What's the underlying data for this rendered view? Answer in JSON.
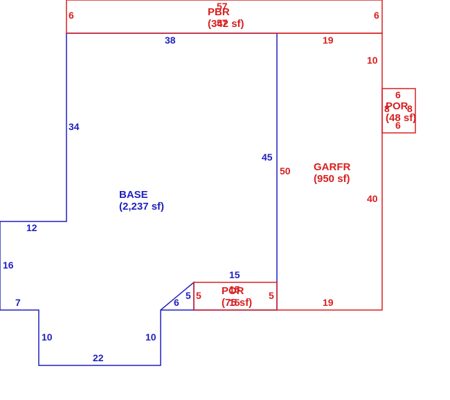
{
  "colors": {
    "base": "#1f1fbf",
    "addition": "#d81f1f"
  },
  "areas": {
    "base": {
      "name": "BASE",
      "size": "(2,237 sf)"
    },
    "garage": {
      "name": "GARFR",
      "size": "(950 sf)"
    },
    "porch_top": {
      "name": "PBR",
      "size": "(342 sf)",
      "overlap_a": "57",
      "overlap_b": "57"
    },
    "porch_right": {
      "name": "POR",
      "size": "(48 sf)"
    },
    "porch_bottom": {
      "name": "POR",
      "size": "(75 sf)",
      "overlap_a": "15"
    }
  },
  "dimensions": {
    "base_top": "38",
    "base_left_upper": "34",
    "base_right": "45",
    "base_step_top": "12",
    "base_left_lower": "16",
    "base_step_left": "7",
    "base_notch_left": "10",
    "base_bottom": "22",
    "base_notch_right": "10",
    "base_step_right": "6",
    "base_por_side": "5",
    "base_por_top": "15",
    "gar_top": "19",
    "gar_right_upper": "10",
    "gar_left": "50",
    "gar_right_lower": "40",
    "gar_bottom": "19",
    "pbr_left": "6",
    "pbr_right": "6",
    "por_right_top": "6",
    "por_right_left": "8",
    "por_right_right": "8",
    "por_right_bottom": "6",
    "por_bottom_left": "5",
    "por_bottom_right": "5",
    "por_bottom_bottom": "15"
  }
}
